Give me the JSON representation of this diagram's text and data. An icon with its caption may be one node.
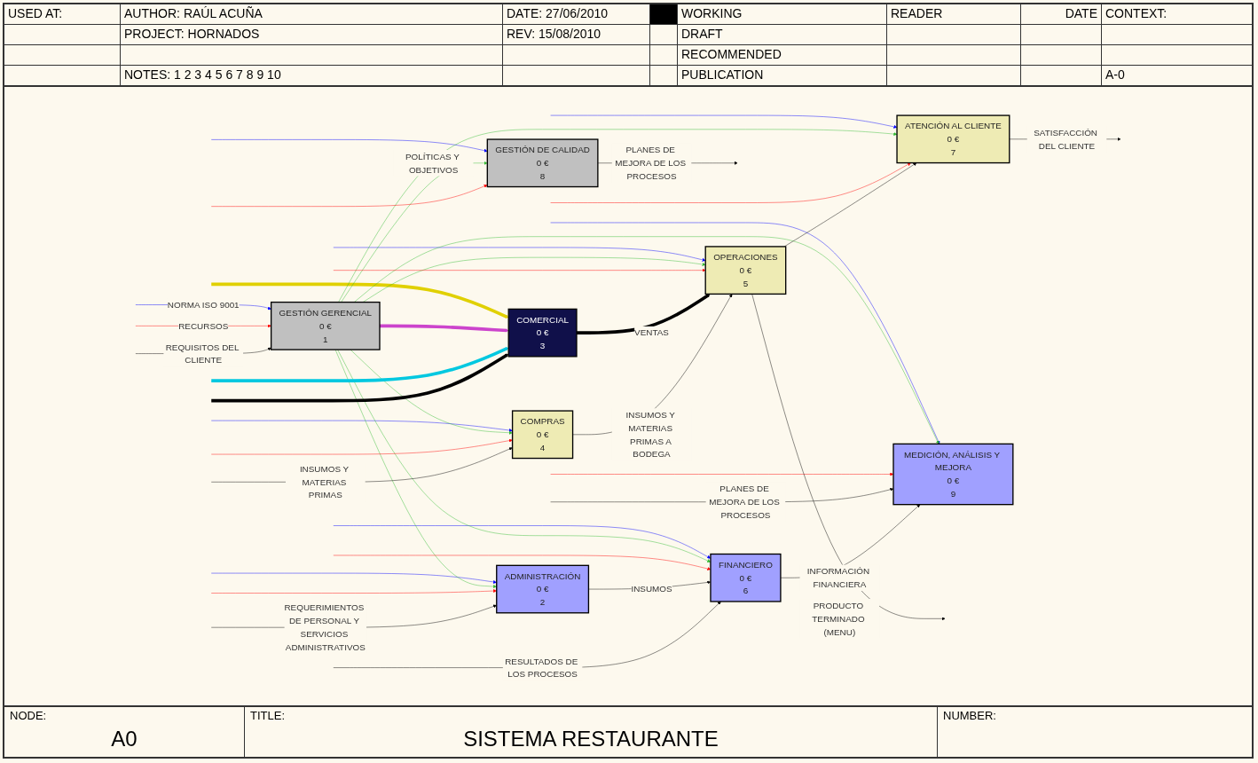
{
  "diagram": {
    "title": "SISTEMA RESTAURANTE",
    "nodes": [
      {
        "text": [
          "GESTIÓN GERENCIAL",
          "0 €",
          "1"
        ]
      },
      {
        "text": [
          "GESTIÓN DE CALIDAD",
          "0 €",
          "8"
        ]
      },
      {
        "text": [
          "COMERCIAL",
          "0 €",
          "3"
        ]
      },
      {
        "text": [
          "OPERACIONES",
          "0 €",
          "5"
        ]
      },
      {
        "text": [
          "ATENCIÓN AL CLIENTE",
          "0 €",
          "7"
        ]
      },
      {
        "text": [
          "COMPRAS",
          "0 €",
          "4"
        ]
      },
      {
        "text": [
          "ADMINISTRACIÓN",
          "0 €",
          "2"
        ]
      },
      {
        "text": [
          "FINANCIERO",
          "0 €",
          "6"
        ]
      },
      {
        "text": [
          "MEDICIÓN, ANÁLISIS Y MEJORA",
          "0 €",
          "9"
        ]
      }
    ],
    "edges": [
      {
        "from": null,
        "to": 0,
        "arrow": "to",
        "label": "NORMA ISO 9001",
        "color": "#0000ff"
      },
      {
        "from": null,
        "to": 1,
        "arrow": "to",
        "color": "#0000ff"
      },
      {
        "from": null,
        "to": 3,
        "arrow": "to",
        "color": "#0000ff"
      },
      {
        "from": null,
        "to": 4,
        "arrow": "to",
        "color": "#0000ff"
      },
      {
        "from": null,
        "to": 5,
        "arrow": "to",
        "color": "#0000ff"
      },
      {
        "from": null,
        "to": 6,
        "arrow": "to",
        "color": "#0000ff"
      },
      {
        "from": null,
        "to": 7,
        "arrow": "to",
        "color": "#0000ff"
      },
      {
        "from": null,
        "to": 8,
        "arrow": "to",
        "color": "#0000ff"
      },
      {
        "from": null,
        "to": 2,
        "arrow": "to",
        "style": "thick",
        "color": "#e0d000"
      },
      {
        "from": 0,
        "to": 1,
        "arrow": "to",
        "label": "POLÍTICAS Y OBJETIVOS",
        "color": "#33bb33"
      },
      {
        "from": 0,
        "to": 3,
        "arrow": "to",
        "color": "#33bb33"
      },
      {
        "from": 0,
        "to": 4,
        "arrow": "to",
        "color": "#33bb33"
      },
      {
        "from": 0,
        "to": 5,
        "arrow": "to",
        "color": "#33bb33"
      },
      {
        "from": 0,
        "to": 6,
        "arrow": "to",
        "color": "#33bb33"
      },
      {
        "from": 0,
        "to": 7,
        "arrow": "to",
        "color": "#33bb33"
      },
      {
        "from": 0,
        "to": 8,
        "arrow": "to",
        "color": "#33bb33"
      },
      {
        "from": 0,
        "to": 2,
        "arrow": "to",
        "style": "thick",
        "color": "#cc44cc"
      },
      {
        "from": null,
        "to": 0,
        "arrow": "to",
        "label": "RECURSOS",
        "color": "#ff0000"
      },
      {
        "from": null,
        "to": 1,
        "arrow": "to",
        "color": "#ff0000"
      },
      {
        "from": null,
        "to": 3,
        "arrow": "to",
        "color": "#ff0000"
      },
      {
        "from": null,
        "to": 4,
        "arrow": "to",
        "color": "#ff0000"
      },
      {
        "from": null,
        "to": 5,
        "arrow": "to",
        "color": "#ff0000"
      },
      {
        "from": null,
        "to": 6,
        "arrow": "to",
        "color": "#ff0000"
      },
      {
        "from": null,
        "to": 7,
        "arrow": "to",
        "color": "#ff0000"
      },
      {
        "from": null,
        "to": 8,
        "arrow": "to",
        "color": "#ff0000"
      },
      {
        "from": null,
        "to": 2,
        "arrow": "to",
        "style": "thick",
        "color": "#00c8e0"
      },
      {
        "from": null,
        "to": 0,
        "arrow": "to",
        "label": "REQUISITOS DEL CLIENTE"
      },
      {
        "from": null,
        "to": 2,
        "arrow": "to",
        "style": "thick"
      },
      {
        "from": 2,
        "to": 3,
        "arrow": "to",
        "label": "VENTAS",
        "style": "thick"
      },
      {
        "from": 3,
        "to": null,
        "arrow": "to",
        "label": "PRODUCTO TERMINADO (MENU)"
      },
      {
        "from": 3,
        "to": 4,
        "arrow": "to"
      },
      {
        "from": 4,
        "to": null,
        "arrow": "to",
        "label": "SATISFACCIÓN DEL CLIENTE"
      },
      {
        "from": 1,
        "to": null,
        "arrow": "to",
        "label": "PLANES DE MEJORA DE LOS PROCESOS"
      },
      {
        "from": null,
        "to": 5,
        "arrow": "to",
        "label": "INSUMOS Y MATERIAS PRIMAS"
      },
      {
        "from": 5,
        "to": 3,
        "arrow": "to",
        "label": "INSUMOS Y MATERIAS PRIMAS A BODEGA"
      },
      {
        "from": null,
        "to": 6,
        "arrow": "to",
        "label": "REQUERIMIENTOS DE PERSONAL Y SERVICIOS ADMINISTRATIVOS"
      },
      {
        "from": 6,
        "to": 7,
        "arrow": "to",
        "label": "INSUMOS"
      },
      {
        "from": null,
        "to": 7,
        "arrow": "to",
        "label": "RESULTADOS DE LOS PROCESOS"
      },
      {
        "from": null,
        "to": 8,
        "arrow": "to",
        "label": "PLANES DE MEJORA DE LOS PROCESOS"
      },
      {
        "from": 7,
        "to": 8,
        "arrow": "to",
        "label": "INFORMACIÓN FINANCIERA"
      }
    ],
    "labels": [
      "USED AT:",
      "AUTHOR: RAÚL ACUÑA",
      "DATE: 27/06/2010",
      "WORKING",
      "READER",
      "DATE",
      "CONTEXT:",
      "PROJECT: HORNADOS",
      "REV: 15/08/2010",
      "DRAFT",
      "RECOMMENDED",
      "NOTES: 1 2 3 4 5 6 7 8 9 10",
      "PUBLICATION",
      "A-0",
      "NODE:",
      "TITLE:",
      "NUMBER:",
      "A0"
    ]
  }
}
